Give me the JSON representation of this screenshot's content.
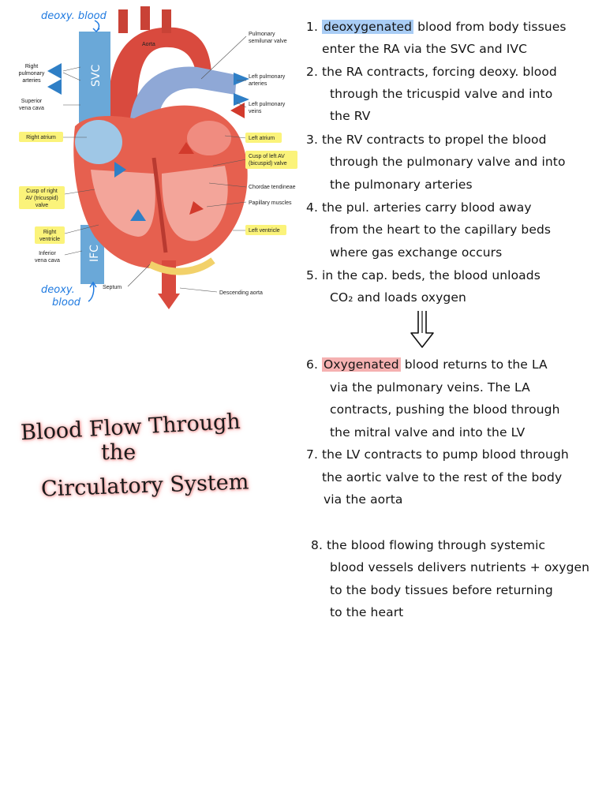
{
  "annotations": {
    "top": "deoxy. blood",
    "bottom_1": "deoxy.",
    "bottom_2": "blood",
    "svc": "SVC",
    "ifc": "IFC"
  },
  "diagram_labels": {
    "aorta": "Aorta",
    "pulmonary_valve_1": "Pulmonary",
    "pulmonary_valve_2": "semilunar valve",
    "right_pulmonary_arteries_1": "Right",
    "right_pulmonary_arteries_2": "pulmonary",
    "right_pulmonary_arteries_3": "arteries",
    "superior_vena_cava_1": "Superior",
    "superior_vena_cava_2": "vena cava",
    "right_atrium": "Right atrium",
    "cusp_right_av_1": "Cusp of right",
    "cusp_right_av_2": "AV (tricuspid)",
    "cusp_right_av_3": "valve",
    "right_ventricle_1": "Right",
    "right_ventricle_2": "ventricle",
    "inferior_vena_cava_1": "Inferior",
    "inferior_vena_cava_2": "vena cava",
    "septum": "Septum",
    "left_pulmonary_arteries_1": "Left pulmonary",
    "left_pulmonary_arteries_2": "arteries",
    "left_pulmonary_veins_1": "Left pulmonary",
    "left_pulmonary_veins_2": "veins",
    "left_atrium": "Left atrium",
    "cusp_left_av_1": "Cusp of left AV",
    "cusp_left_av_2": "(bicuspid) valve",
    "chordae": "Chordae tendineae",
    "papillary": "Papillary muscles",
    "left_ventricle": "Left ventricle",
    "descending_aorta": "Descending aorta"
  },
  "colors": {
    "highlight_yellow": "#fbf37a",
    "highlight_blue": "#a9cdf5",
    "highlight_red": "#f5b1b1",
    "vein_blue": "#6aa8d8",
    "heart_red": "#d94a3e",
    "annotation_blue": "#1f7ae0"
  },
  "steps": {
    "s1_num": "1.",
    "s1_hl": "deoxygenated",
    "s1_a": "blood from body tissues",
    "s1_b": "enter the RA via the SVC and IVC",
    "s2_num": "2.",
    "s2_a": "the RA contracts, forcing deoxy. blood",
    "s2_b": "through the tricuspid valve and into",
    "s2_c": "the RV",
    "s3_num": "3.",
    "s3_a": "the RV contracts to propel the blood",
    "s3_b": "through the pulmonary valve and into",
    "s3_c": "the pulmonary arteries",
    "s4_num": "4.",
    "s4_a": "the pul. arteries carry blood away",
    "s4_b": "from the heart to the capillary beds",
    "s4_c": "where gas exchange occurs",
    "s5_num": "5.",
    "s5_a": "in the cap. beds, the blood unloads",
    "s5_b": "CO₂ and loads oxygen",
    "s6_num": "6.",
    "s6_hl": "Oxygenated",
    "s6_a": "blood returns to the LA",
    "s6_b": "via the pulmonary veins. The LA",
    "s6_c": "contracts, pushing the blood through",
    "s6_d": "the mitral valve and into the LV",
    "s7_num": "7.",
    "s7_a": "the LV contracts to pump blood through",
    "s7_b": "the aortic valve to the rest of the body",
    "s7_c": "via the aorta",
    "s8_num": "8.",
    "s8_a": "the blood flowing through systemic",
    "s8_b": "blood vessels delivers nutrients + oxygen",
    "s8_c": "to the body tissues before returning",
    "s8_d": "to the heart"
  },
  "title": {
    "line1": "Blood Flow Through",
    "line2": "the",
    "line3": "Circulatory System"
  }
}
